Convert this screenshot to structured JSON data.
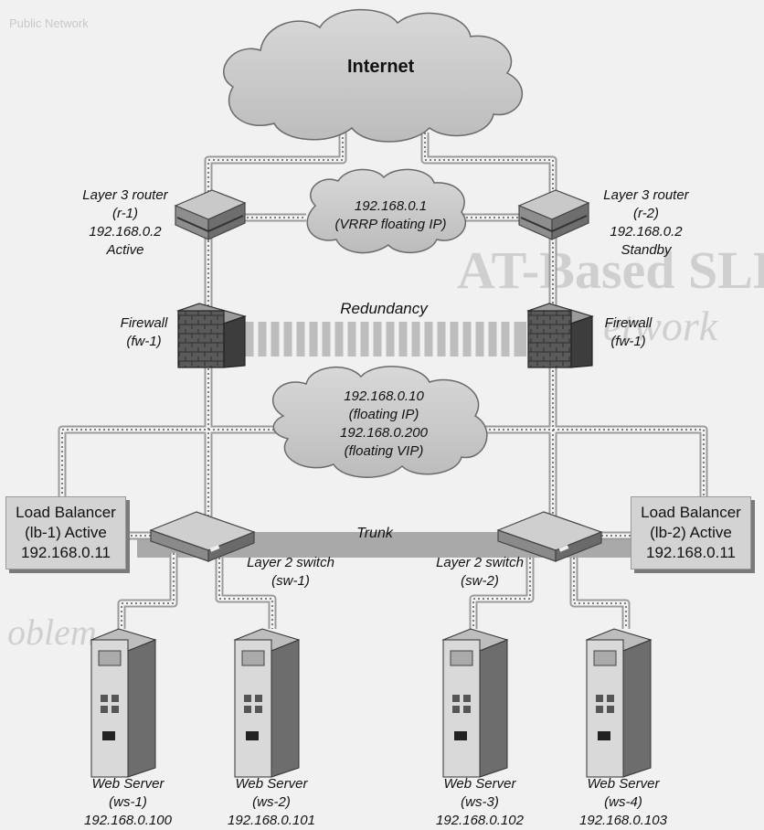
{
  "background": {
    "heading_line1": "AT-Based SLB",
    "heading_line2": "etwork",
    "subheading": "oblem",
    "footer_text": "Public Network"
  },
  "internet": {
    "label": "Internet"
  },
  "vrrp": {
    "ip": "192.168.0.1",
    "caption": "(VRRP floating IP)"
  },
  "router_left": {
    "line1": "Layer 3 router",
    "line2": "(r-1)",
    "line3": "192.168.0.2",
    "line4": "Active"
  },
  "router_right": {
    "line1": "Layer 3 router",
    "line2": "(r-2)",
    "line3": "192.168.0.2",
    "line4": "Standby"
  },
  "redundancy": {
    "label": "Redundancy"
  },
  "firewall_left": {
    "line1": "Firewall",
    "line2": "(fw-1)"
  },
  "firewall_right": {
    "line1": "Firewall",
    "line2": "(fw-1)"
  },
  "floating": {
    "line1": "192.168.0.10",
    "line2": "(floating IP)",
    "line3": "192.168.0.200",
    "line4": "(floating VIP)"
  },
  "lb_left": {
    "line1": "Load Balancer",
    "line2": "(lb-1) Active",
    "line3": "192.168.0.11"
  },
  "lb_right": {
    "line1": "Load Balancer",
    "line2": "(lb-2) Active",
    "line3": "192.168.0.11"
  },
  "trunk": {
    "label": "Trunk"
  },
  "switch_left": {
    "line1": "Layer 2 switch",
    "line2": "(sw-1)"
  },
  "switch_right": {
    "line1": "Layer 2 switch",
    "line2": "(sw-2)"
  },
  "servers": [
    {
      "line1": "Web Server",
      "line2": "(ws-1)",
      "line3": "192.168.0.100"
    },
    {
      "line1": "Web Server",
      "line2": "(ws-2)",
      "line3": "192.168.0.101"
    },
    {
      "line1": "Web Server",
      "line2": "(ws-3)",
      "line3": "192.168.0.102"
    },
    {
      "line1": "Web Server",
      "line2": "(ws-4)",
      "line3": "192.168.0.103"
    }
  ]
}
